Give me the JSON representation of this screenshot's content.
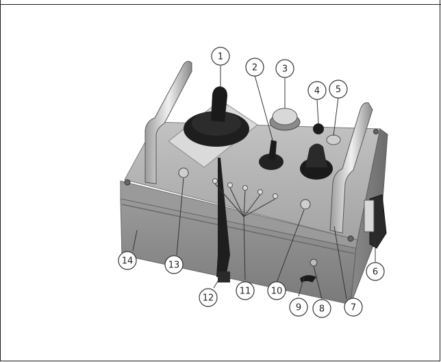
{
  "callouts": [
    {
      "id": 1,
      "label": "1"
    },
    {
      "id": 2,
      "label": "2"
    },
    {
      "id": 3,
      "label": "3"
    },
    {
      "id": 4,
      "label": "4"
    },
    {
      "id": 5,
      "label": "5"
    },
    {
      "id": 6,
      "label": "6"
    },
    {
      "id": 7,
      "label": "7"
    },
    {
      "id": 8,
      "label": "8"
    },
    {
      "id": 9,
      "label": "9"
    },
    {
      "id": 10,
      "label": "10"
    },
    {
      "id": 11,
      "label": "11"
    },
    {
      "id": 12,
      "label": "12"
    },
    {
      "id": 13,
      "label": "13"
    },
    {
      "id": 14,
      "label": "14"
    }
  ],
  "colors": {
    "box_front": "#8e8e8e",
    "box_top": "#b5b5b5",
    "handle": "#d0d0d0",
    "dark": "#1e1e1e",
    "line": "#333333"
  }
}
